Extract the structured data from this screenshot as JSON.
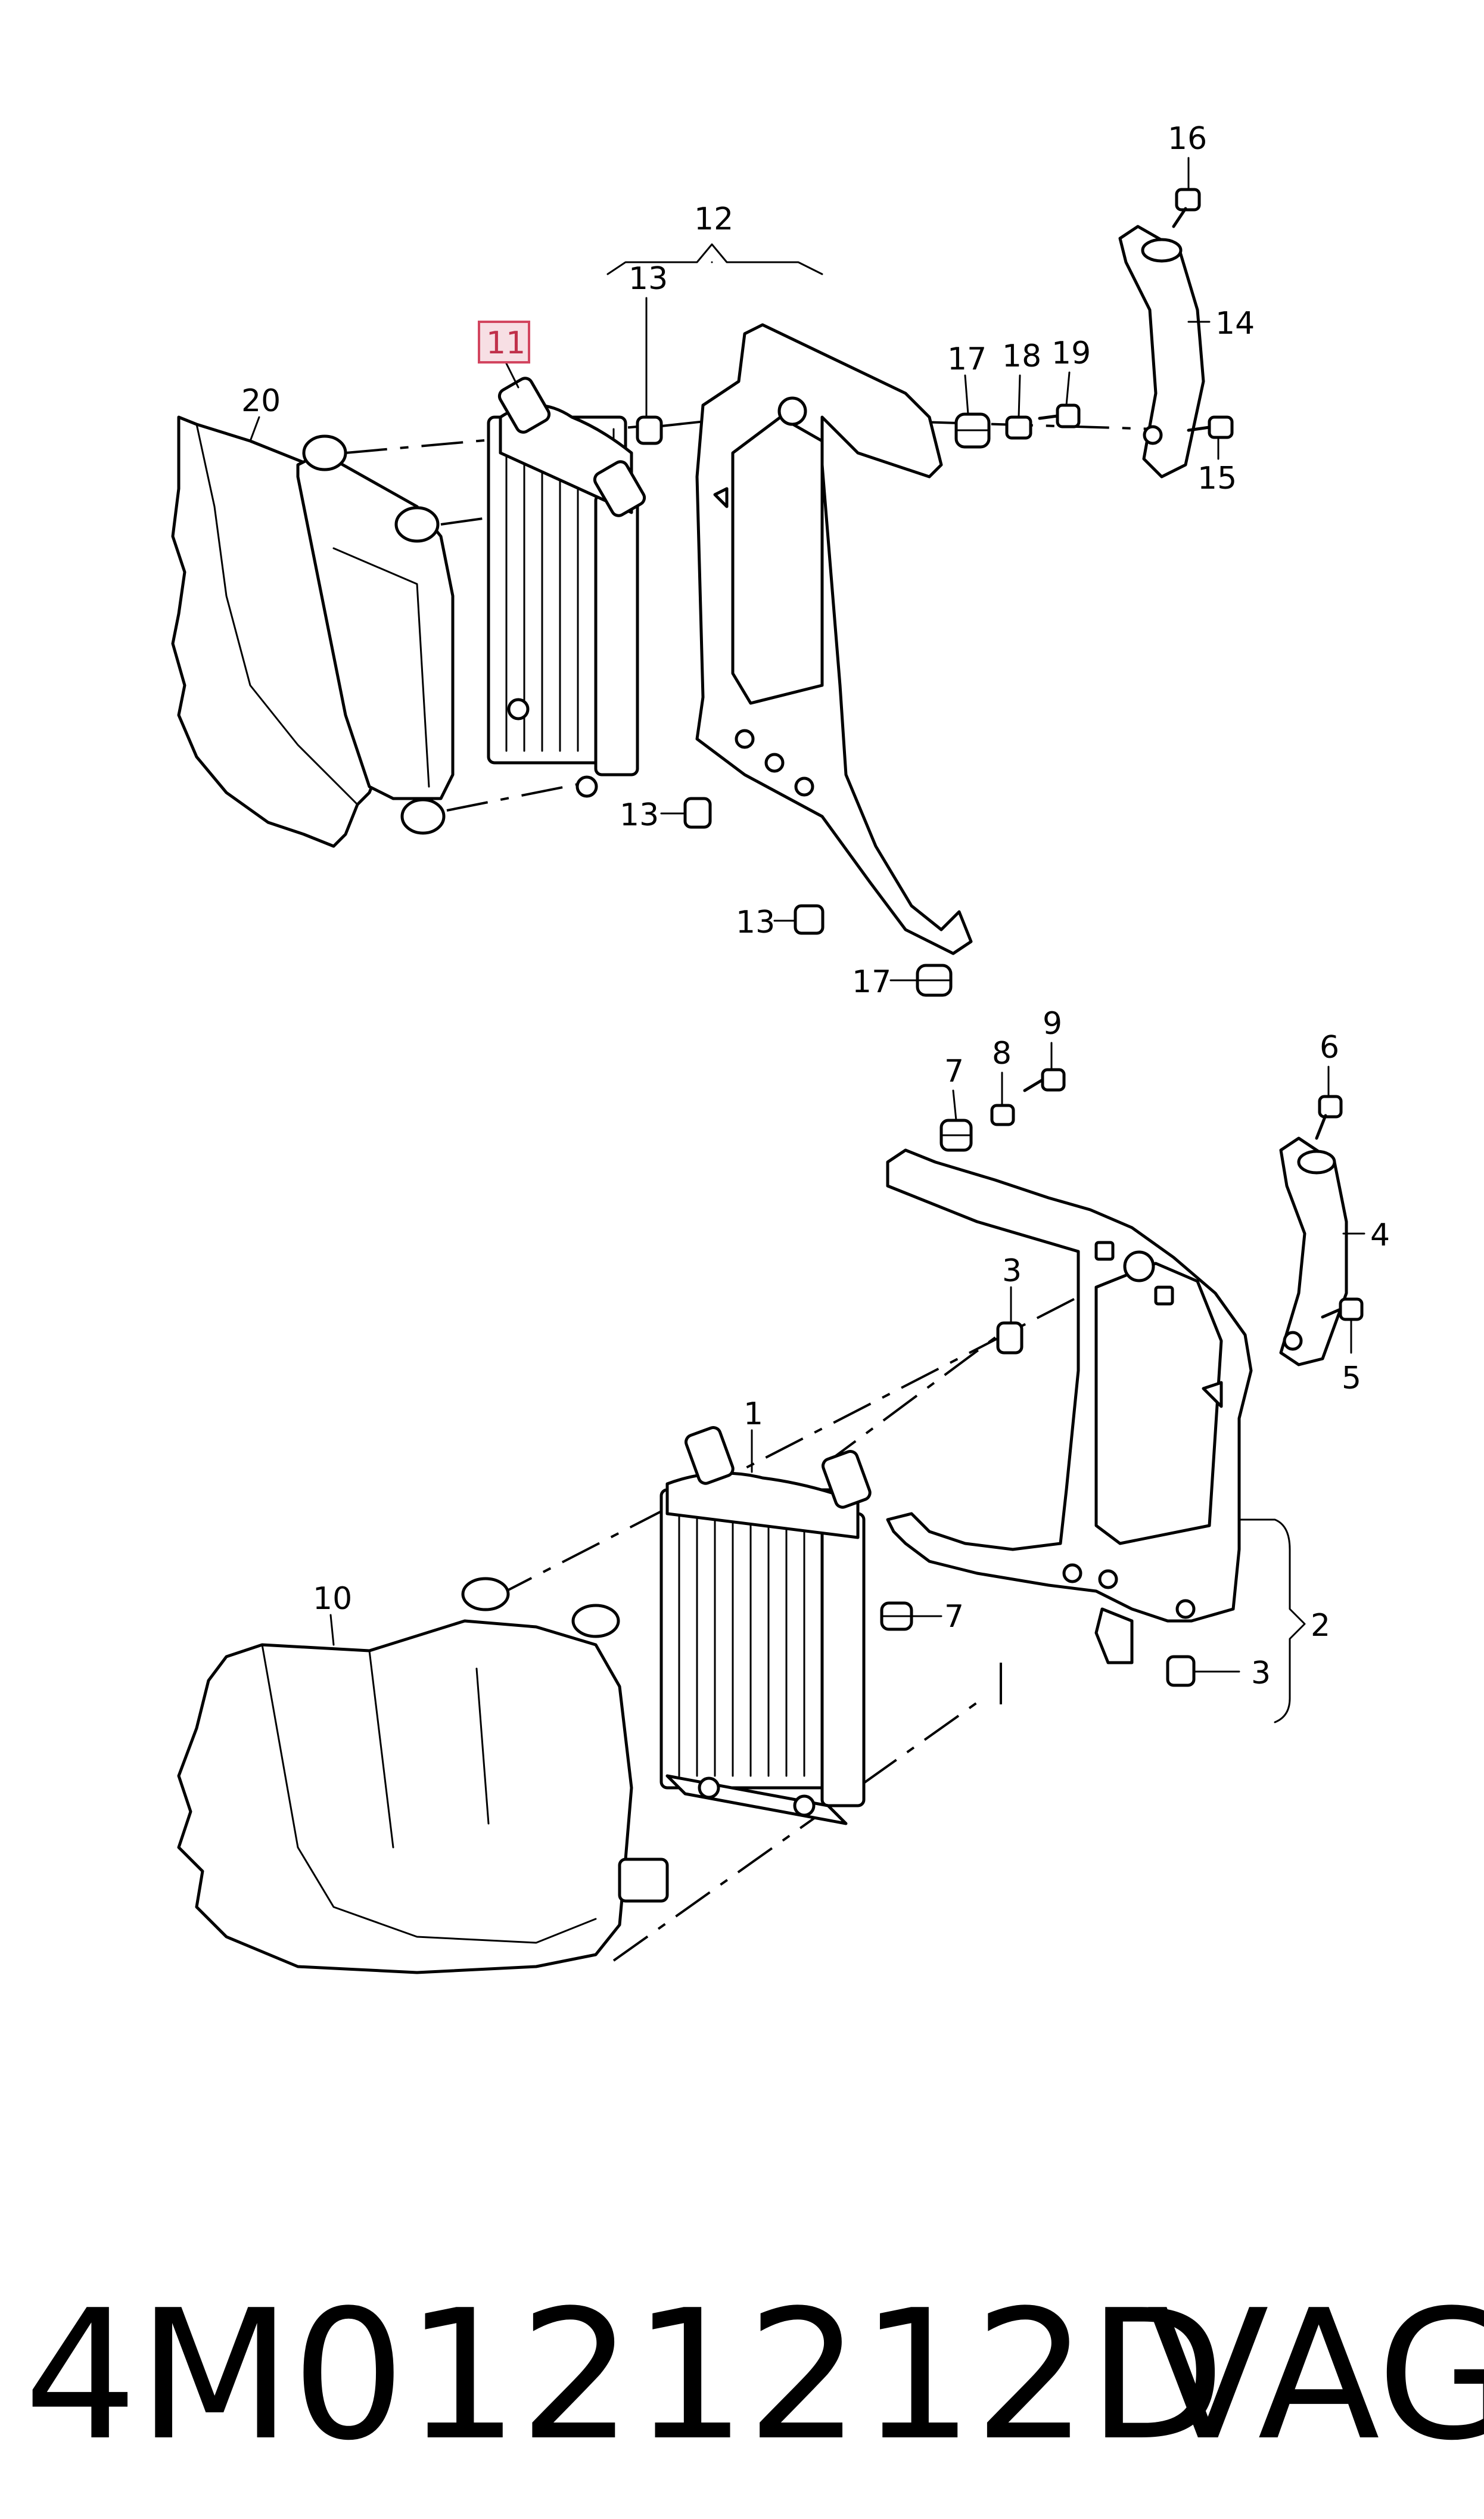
{
  "callouts": {
    "c1": "1",
    "c2": "2",
    "c3a": "3",
    "c3b": "3",
    "c4": "4",
    "c5": "5",
    "c6": "6",
    "c7a": "7",
    "c7b": "7",
    "c8": "8",
    "c9": "9",
    "c10": "10",
    "c11": "11",
    "c12": "12",
    "c13a": "13",
    "c13b": "13",
    "c13c": "13",
    "c14": "14",
    "c15": "15",
    "c16": "16",
    "c17a": "17",
    "c17b": "17",
    "c18": "18",
    "c19": "19",
    "c20": "20"
  },
  "highlighted_callout": "11",
  "highlight_color": "#f7dfe4",
  "footer": {
    "part_number": "4M0121212D",
    "brand": "VAG"
  }
}
